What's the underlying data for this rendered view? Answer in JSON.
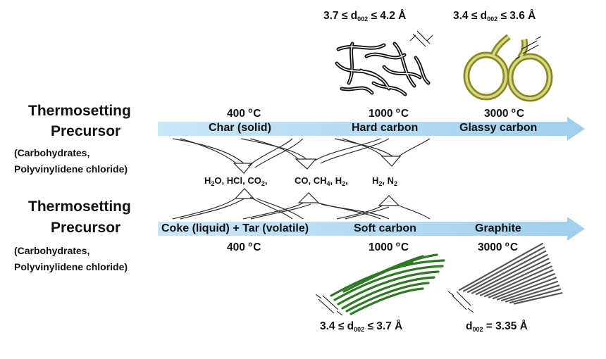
{
  "colors": {
    "arrow": "#a9d6f2",
    "hard_carbon": "#111111",
    "glassy_carbon": "#b8b63a",
    "soft_carbon": "#2e7a25",
    "graphite": "#555555"
  },
  "top": {
    "precursor_line1": "Thermosetting",
    "precursor_line2": "Precursor",
    "examples_line1": "(Carbohydrates,",
    "examples_line2": "Polyvinylidene chloride)",
    "stages": [
      {
        "temp": "400",
        "unit": "C",
        "label": "Char (solid)"
      },
      {
        "temp": "1000",
        "unit": "C",
        "label": "Hard carbon"
      },
      {
        "temp": "3000",
        "unit": "C",
        "label": "Glassy carbon"
      }
    ],
    "hard_spacing": {
      "pre": "3.7 ≤ d",
      "sub": "002",
      "post": " ≤ 4.2 Å"
    },
    "glassy_spacing": {
      "pre": "3.4 ≤ d",
      "sub": "002",
      "post": " ≤ 3.6 Å"
    }
  },
  "gases": [
    {
      "text": "H",
      "parts": [
        [
          "H",
          "2"
        ],
        [
          "O, HCl, CO",
          ""
        ],
        [
          "",
          "2"
        ],
        [
          ",",
          ""
        ]
      ]
    }
  ],
  "gas_row": {
    "g1a": "H",
    "g1a_sub": "2",
    "g1b": "O, HCl, CO",
    "g1b_sub": "2",
    "g1c": ",",
    "g2a": "CO, CH",
    "g2a_sub": "4",
    "g2b": ", H",
    "g2b_sub": "2",
    "g2c": ",",
    "g3a": "H",
    "g3a_sub": "2",
    "g3b": ", N",
    "g3b_sub": "2"
  },
  "bottom": {
    "precursor_line1": "Thermosetting",
    "precursor_line2": "Precursor",
    "examples_line1": "(Carbohydrates,",
    "examples_line2": "Polyvinylidene chloride)",
    "arrow_label_left": "Coke (liquid) + Tar (volatile)",
    "arrow_label_mid": "Soft carbon",
    "arrow_label_right": "Graphite",
    "temps": [
      {
        "temp": "400",
        "unit": "C"
      },
      {
        "temp": "1000",
        "unit": "C"
      },
      {
        "temp": "3000",
        "unit": "C"
      }
    ],
    "soft_spacing": {
      "pre": "3.4 ≤ d",
      "sub": "002",
      "post": " ≤ 3.7 Å"
    },
    "graphite_spacing": {
      "pre": "d",
      "sub": "002",
      "post": " = 3.35 Å"
    }
  },
  "degree_symbol": "o"
}
